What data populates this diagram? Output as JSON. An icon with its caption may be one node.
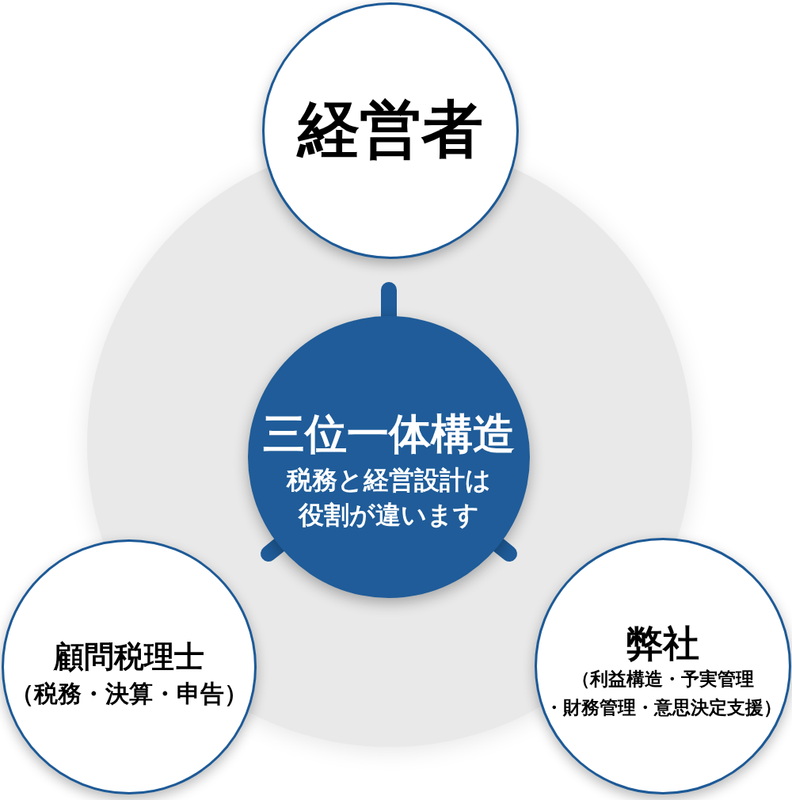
{
  "diagram": {
    "nodes": [
      {
        "text": [
          "経営者"
        ]
      },
      {
        "text": [
          "三位一体構造",
          "税務と経営設計は役割が違います"
        ]
      },
      {
        "text": [
          "顧問税理士",
          "（税務・決算・申告）"
        ]
      },
      {
        "text": [
          "弊社",
          "（利益構造・予実管理・財務管理・意思決定支援）"
        ]
      }
    ],
    "edges": [
      {
        "from": 1,
        "to": null,
        "arrow": "none"
      },
      {
        "from": 1,
        "to": null,
        "arrow": "none"
      },
      {
        "from": 1,
        "to": null,
        "arrow": "none"
      }
    ]
  }
}
